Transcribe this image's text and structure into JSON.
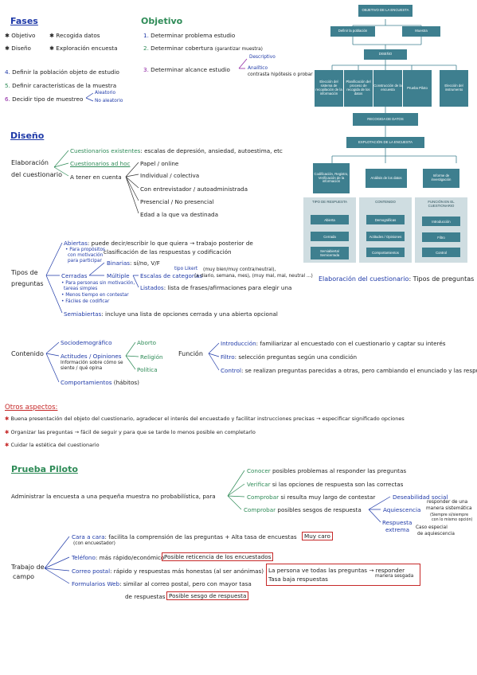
{
  "fases": {
    "title": "Fases",
    "col1": [
      "✱ Objetivo",
      "✱ Diseño"
    ],
    "col2": [
      "✱ Recogida datos",
      "✱ Exploración encuesta"
    ],
    "steps": [
      {
        "num": "4.",
        "text": "Definir la población objeto de estudio"
      },
      {
        "num": "5.",
        "text": "Definir características de la muestra"
      },
      {
        "num": "6.",
        "text": "Decidir tipo de muestreo"
      }
    ],
    "muestreo_options": [
      "Aleatorio",
      "No aleatorio"
    ]
  },
  "objetivo": {
    "title": "Objetivo",
    "steps": [
      {
        "num": "1.",
        "text": "Determinar problema estudio"
      },
      {
        "num": "2.",
        "text": "Determinar cobertura",
        "note": "(garantizar muestra)"
      },
      {
        "num": "3.",
        "text": "Determinar alcance estudio"
      }
    ],
    "alcance_options": [
      "Descriptivo",
      "Analítico"
    ],
    "analitico_note": "contrasta hipótesis o probar"
  },
  "diagram": {
    "top": "OBJETIVO DE LA ENCUESTA",
    "left": "Definir la población",
    "right": "Muestra",
    "diseno": "DISEÑO",
    "row": [
      "Elección del sistema de recopilación de la información",
      "Planificación del proceso de recogida de los datos",
      "Construcción de la encuesta",
      "Prueba Piloto",
      "Elección del instrumento"
    ],
    "recogida": "RECOGIDA DE DATOS",
    "explotacion": "EXPLOTACIÓN DE LA ENCUESTA",
    "row2": [
      "Codificación, Registro, Verificación de la información",
      "Análisis de los datos",
      "Informe de investigación"
    ],
    "panels": [
      {
        "title": "TIPO DE RESPUESTA",
        "items": [
          "Abierta",
          "Cerrada",
          "Semiabierta/ Semicerrada"
        ]
      },
      {
        "title": "CONTENIDO",
        "items": [
          "Demográficas",
          "Actitudes / Opiniones",
          "Comportamientos"
        ]
      },
      {
        "title": "FUNCIÓN EN EL CUESTIONARIO",
        "items": [
          "Introducción",
          "Filtro",
          "Control"
        ]
      }
    ],
    "caption_a": "Elaboración del cuestionario",
    "caption_b": ": Tipos de preguntas"
  },
  "diseno": {
    "title": "Diseño",
    "root": [
      "Elaboración",
      "del cuestionario"
    ],
    "b1_label": "Cuestionarios existentes",
    "b1_text": ": escalas de depresión, ansiedad, autoestima, etc",
    "b2_label": "Cuestionarios ad hoc",
    "b3_label": "A tener en cuenta",
    "sub": [
      "Papel / online",
      "Individual / colectiva",
      "Con entrevistador / autoadministrada",
      "Presencial / No presencial",
      "Edad a la que va destinada"
    ]
  },
  "tipos": {
    "root": [
      "Tipos de",
      "preguntas"
    ],
    "abiertas_label": "Abiertas",
    "abiertas_text": ": puede decir/escribir lo que quiera → trabajo posterior de",
    "abiertas_text2": "clasificación de las respuestas y codificación",
    "abiertas_notes": [
      "• Para propósitos",
      "con motivación",
      "para participar"
    ],
    "cerradas_label": "Cerradas",
    "cerradas_notes": [
      "• Para personas sin motivación,",
      "tareas simples",
      "• Menos tiempo en contestar",
      "• Fáciles de codificar"
    ],
    "binarias_label": "Binarias",
    "binarias_text": ": sí/no, V/F",
    "multiple_label": "Múltiple",
    "escalas_label": "Escalas de categorías",
    "escalas_note1": "tipo Likert",
    "escalas_note2": "(muy bien/muy contra/neutral),",
    "escalas_note3": "(a diario, semana, mes), (muy mal, mal, neutral ...)",
    "listados_label": "Listados",
    "listados_text": ": lista de frases/afirmaciones para elegir una",
    "semi_label": "Semiabiertas",
    "semi_text": ": incluye una lista de opciones cerrada y una abierta opcional"
  },
  "contenido": {
    "root": "Contenido",
    "items": [
      "Sociodemográfico",
      "Actitudes / Opiniones",
      "Comportamientos"
    ],
    "comport_note": "(hábitos)",
    "act_note1": "Información sobre cómo se",
    "act_note2": "siente / qué opina",
    "sub": [
      "Aborto",
      "Religión",
      "Política"
    ]
  },
  "funcion": {
    "root": "Función",
    "items": [
      {
        "label": "Introducción",
        "text": ": familiarizar al encuestado con el cuestionario y captar su interés"
      },
      {
        "label": "Filtro",
        "text": ": selección preguntas según una condición"
      },
      {
        "label": "Control",
        "text": ": se realizan preguntas parecidas a otras, pero cambiando el enunciado y las respuestas"
      }
    ]
  },
  "otros": {
    "title": "Otros aspectos:",
    "items": [
      "Buena presentación del objeto del cuestionario, agradecer el interés del encuestado y facilitar instrucciones precisas → especificar significado opciones",
      "Organizar las preguntas → fácil de seguir y para que se tarde lo menos posible en completarlo",
      "Cuidar la estética del cuestionario"
    ]
  },
  "piloto": {
    "title": "Prueba Piloto",
    "root": "Administrar la encuesta a una pequeña muestra no probabilística, para",
    "items": [
      {
        "label": "Conocer",
        "text": " posibles problemas al responder las preguntas"
      },
      {
        "label": "Verificar",
        "text": " si las opciones de respuesta son las correctas"
      },
      {
        "label": "Comprobar",
        "text": " si resulta muy largo de contestar"
      },
      {
        "label": "Comprobar",
        "text": " posibles sesgos de respuesta"
      }
    ],
    "sesgos": [
      "Deseabilidad social",
      "Aquiescencia",
      "Respuesta",
      "extrema"
    ],
    "aq_note1": "responder de una",
    "aq_note2": "manera sistemática",
    "aq_note3": "(Siempre sí/siempre",
    "aq_note4": "con lo mismo opción)",
    "ext_note1": "Caso especial",
    "ext_note2": "de aquiescencia"
  },
  "trabajo": {
    "root": [
      "Trabajo de",
      "campo"
    ],
    "cara_label": "Cara a cara",
    "cara_text": ": facilita la comprensión de las preguntas + Alta tasa de encuestas",
    "cara_note": "(con encuestador)",
    "cara_box": "Muy caro",
    "tel_label": "Teléfono",
    "tel_text": ": más rápido/económico",
    "tel_box": "Posible reticencia de los encuestados",
    "correo_label": "Correo postal",
    "correo_text": ": rápido y respuestas más honestas (al ser anónimas)",
    "form_label": "Formularios Web",
    "form_text": ": similar al correo postal, pero con mayor tasa",
    "form_text2": "de respuestas",
    "form_box": "Posible sesgo de respuesta",
    "red_box1": "La persona ve todas las preguntas",
    "red_box1_arrow": "→ responder",
    "red_box1_note": "manera sesgada",
    "red_box2": "Tasa baja respuestas"
  }
}
